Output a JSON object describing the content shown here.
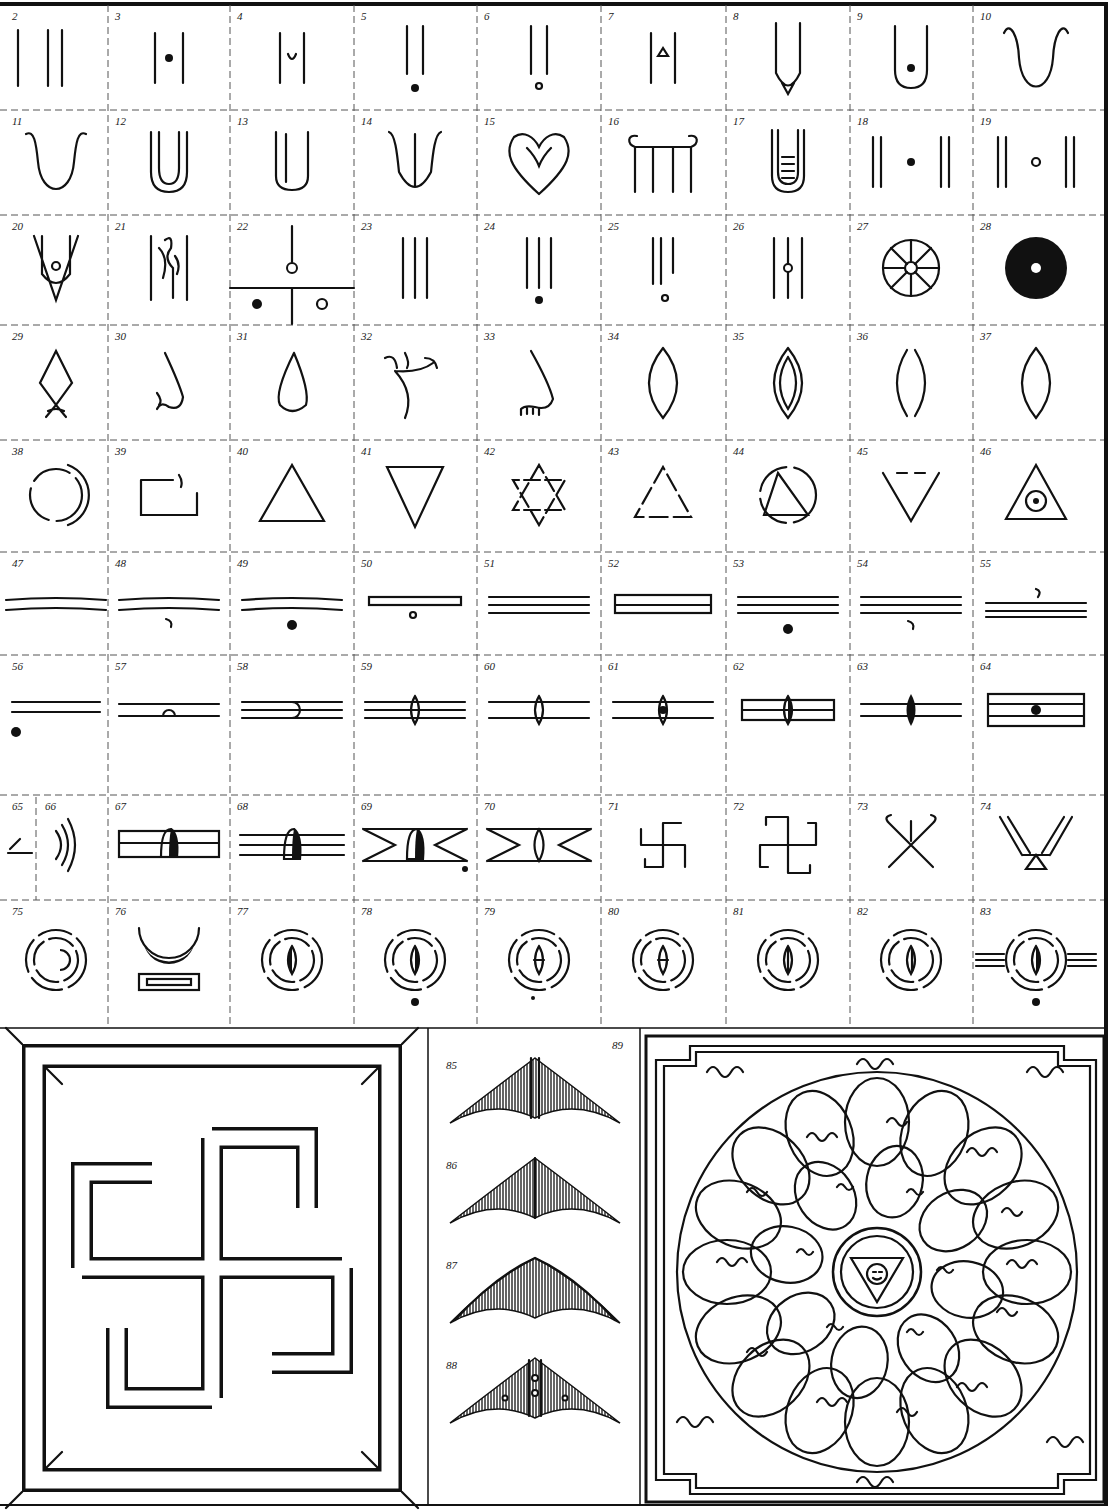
{
  "diagram": {
    "labels": [
      "2",
      "3",
      "4",
      "5",
      "6",
      "7",
      "8",
      "9",
      "10",
      "11",
      "12",
      "13",
      "14",
      "15",
      "16",
      "17",
      "18",
      "19",
      "20",
      "21",
      "22",
      "23",
      "24",
      "25",
      "26",
      "27",
      "28",
      "29",
      "30",
      "31",
      "32",
      "33",
      "34",
      "35",
      "36",
      "37",
      "38",
      "39",
      "40",
      "41",
      "42",
      "43",
      "44",
      "45",
      "46",
      "47",
      "48",
      "49",
      "50",
      "51",
      "52",
      "53",
      "54",
      "55",
      "56",
      "57",
      "58",
      "59",
      "60",
      "61",
      "62",
      "63",
      "64",
      "65",
      "66",
      "67",
      "68",
      "69",
      "70",
      "71",
      "72",
      "73",
      "74",
      "75",
      "76",
      "77",
      "78",
      "79",
      "80",
      "81",
      "82",
      "83",
      "85",
      "86",
      "87",
      "88",
      "89"
    ]
  }
}
